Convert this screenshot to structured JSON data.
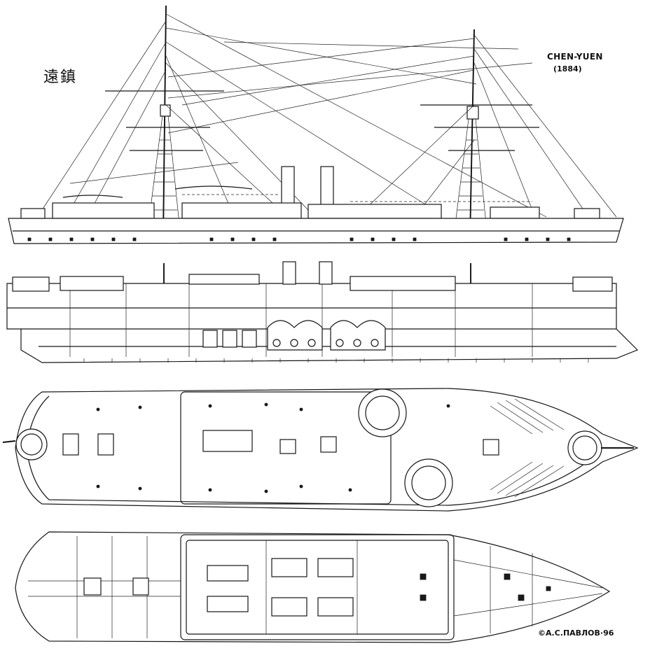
{
  "title": "CHEN-YUEN",
  "year": "(1884)",
  "chinese_name": "遠鎮",
  "credit": "©А.С.ПАВЛОВ·96"
}
